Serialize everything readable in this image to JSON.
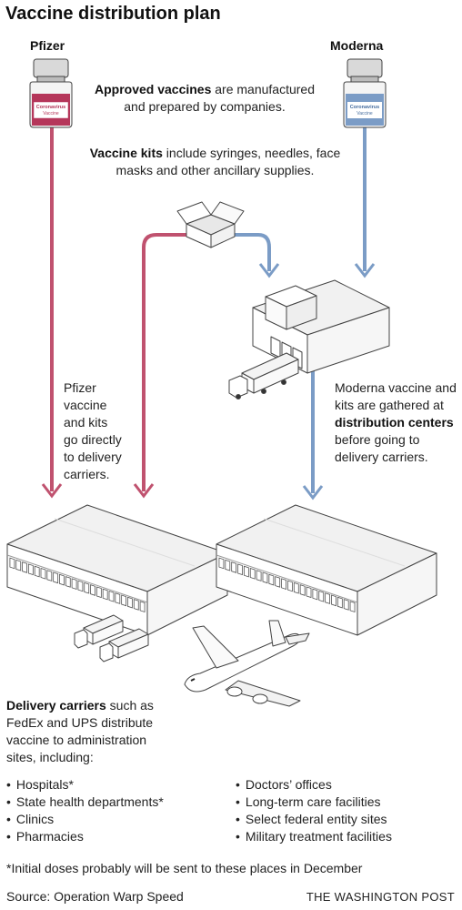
{
  "title": "Vaccine distribution plan",
  "colors": {
    "pfizer": "#c0526f",
    "moderna": "#7b9cc6"
  },
  "pfizer_label": "Pfizer",
  "moderna_label": "Moderna",
  "vial_text": {
    "line1": "Coronavirus",
    "line2": "Vaccine"
  },
  "approved": {
    "bold": "Approved vaccines",
    "rest": " are manufactured and prepared by companies."
  },
  "kits": {
    "bold": "Vaccine kits",
    "rest": " include syringes, needles, face masks and other ancillary supplies."
  },
  "pfizer_note": {
    "line1": "Pfizer",
    "line2": "vaccine",
    "line3": "and kits",
    "line4": "go directly",
    "line5": "to delivery",
    "line6": "carriers."
  },
  "moderna_note": {
    "part1": "Moderna vaccine and kits are gathered at ",
    "bold": "distribution centers",
    "part2": " before going to delivery carriers."
  },
  "carriers": {
    "bold": "Delivery carriers",
    "rest": " such as FedEx and UPS distribute vaccine to administration sites, including:"
  },
  "sites_left": [
    "Hospitals*",
    "State health departments*",
    "Clinics",
    "Pharmacies"
  ],
  "sites_right": [
    "Doctors’ offices",
    "Long-term care facilities",
    "Select federal entity sites",
    "Military treatment facilities"
  ],
  "footnote": "*Initial doses probably will be sent to these places in December",
  "source": "Source: Operation Warp Speed",
  "credit": "THE WASHINGTON POST"
}
